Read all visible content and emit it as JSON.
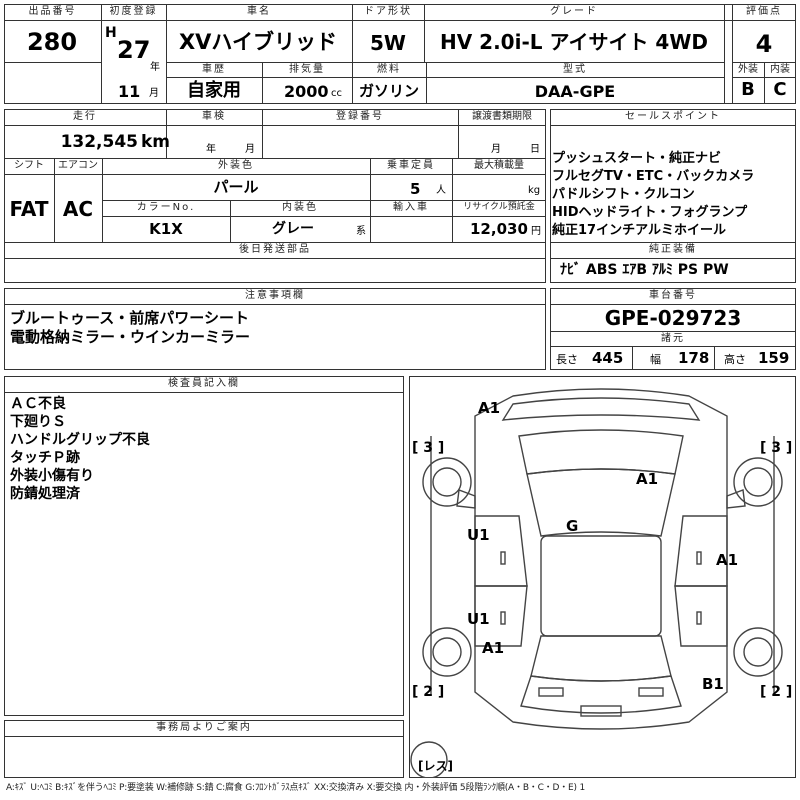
{
  "header": {
    "lot_label": "出品番号",
    "lot_value": "280",
    "first_reg_label": "初度登録",
    "era": "H",
    "year": "27",
    "year_unit": "年",
    "month": "11",
    "month_unit": "月",
    "name_label": "車名",
    "name_value": "XVハイブリッド",
    "door_label": "ドア形状",
    "door_value": "5W",
    "grade_label": "グレード",
    "grade_value": "HV 2.0i-L アイサイト 4WD",
    "score_label": "評価点",
    "score_value": "4",
    "history_label": "車歴",
    "history_value": "自家用",
    "disp_label": "排気量",
    "disp_value": "2000",
    "disp_unit": "cc",
    "fuel_label": "燃料",
    "fuel_value": "ガソリン",
    "model_label": "型式",
    "model_value": "DAA-GPE",
    "ext_label": "外装",
    "ext_value": "B",
    "int_label": "内装",
    "int_value": "C"
  },
  "row2": {
    "mileage_label": "走行",
    "mileage_value": "132,545",
    "mileage_unit": "km",
    "inspect_label": "車検",
    "inspect_year": "年",
    "inspect_month": "月",
    "plate_label": "登録番号",
    "transfer_label": "譲渡書類期限",
    "transfer_month": "月",
    "transfer_day": "日",
    "shift_label": "シフト",
    "shift_value": "FAT",
    "ac_label": "エアコン",
    "ac_value": "AC",
    "color_label": "外装色",
    "color_value": "パール",
    "seats_label": "乗車定員",
    "seats_value": "5",
    "seats_unit": "人",
    "load_label": "最大積載量",
    "load_unit": "kg",
    "colorno_label": "カラーNo.",
    "colorno_value": "K1X",
    "intcolor_label": "内装色",
    "intcolor_value": "グレー",
    "intcolor_unit": "系",
    "import_label": "輸入車",
    "recycle_label": "リサイクル預託金",
    "recycle_value": "12,030",
    "recycle_unit": "円",
    "later_label": "後日発送部品"
  },
  "sales": {
    "label": "セールスポイント",
    "lines": [
      "プッシュスタート・純正ナビ",
      "フルセグTV・ETC・バックカメラ",
      "パドルシフト・クルコン",
      "HIDヘッドライト・フォグランプ",
      "純正17インチアルミホイール"
    ],
    "equip_label": "純正装備",
    "equip_value": "ﾅﾋﾞ ABS ｴｱB ｱﾙﾐ PS PW"
  },
  "notes": {
    "label": "注意事項欄",
    "lines": [
      "ブルートゥース・前席パワーシート",
      "電動格納ミラー・ウインカーミラー"
    ]
  },
  "chassis": {
    "label": "車台番号",
    "value": "GPE-029723",
    "dims_label": "諸元",
    "len_label": "長さ",
    "len_value": "445",
    "wid_label": "幅",
    "wid_value": "178",
    "hgt_label": "高さ",
    "hgt_value": "159"
  },
  "inspector": {
    "label": "検査員記入欄",
    "lines": [
      "ＡＣ不良",
      "下廻りＳ",
      "ハンドルグリップ不良",
      "タッチＰ跡",
      "外装小傷有り",
      "防錆処理済"
    ]
  },
  "diagram": {
    "marks": {
      "a1_top": "A1",
      "a1_center": "A1",
      "g": "G",
      "u1_upper": "U1",
      "u1_lower": "U1",
      "a1_right": "A1",
      "a1_lower_left": "A1",
      "b1": "B1"
    },
    "tire_tl": "[ 3 ]",
    "tire_tr": "[ 3 ]",
    "tire_bl": "[ 2 ]",
    "tire_br": "[ 2 ]",
    "spare": "[レス]"
  },
  "office": {
    "label": "事務局よりご案内"
  },
  "legend": "A:ｷｽﾞ U:ﾍｺﾐ B:ｷｽﾞを伴うﾍｺﾐ P:要塗装 W:補修跡 S:錆 C:腐食 G:ﾌﾛﾝﾄｶﾞﾗｽ点ｷｽﾞ XX:交換済み X:要交換 内・外装評価 5段階ﾗﾝｸ順(A・B・C・D・E) 1"
}
